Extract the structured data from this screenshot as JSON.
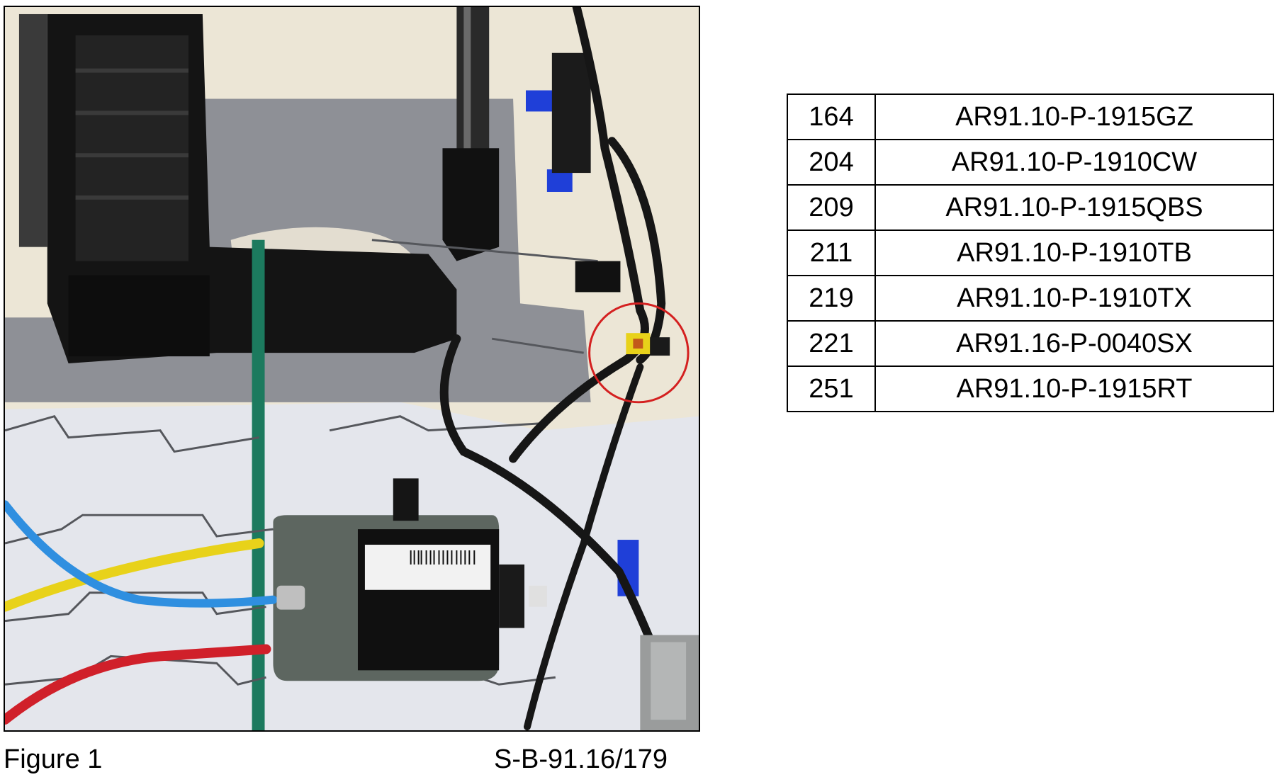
{
  "figure": {
    "caption_left": "Figure 1",
    "caption_right": "S-B-91.16/179"
  },
  "reference_table": {
    "rows": [
      {
        "number": "164",
        "code": "AR91.10-P-1915GZ"
      },
      {
        "number": "204",
        "code": "AR91.10-P-1910CW"
      },
      {
        "number": "209",
        "code": "AR91.10-P-1915QBS"
      },
      {
        "number": "211",
        "code": "AR91.10-P-1910TB"
      },
      {
        "number": "219",
        "code": "AR91.10-P-1910TX"
      },
      {
        "number": "221",
        "code": "AR91.16-P-0040SX"
      },
      {
        "number": "251",
        "code": "AR91.10-P-1915RT"
      }
    ]
  },
  "colors": {
    "highlight_circle": "#d42020",
    "hose_yellow": "#e8d21a",
    "hose_blue": "#2f8fe0",
    "hose_red": "#d0202a",
    "rod_green": "#1c7a5e",
    "tape_blue": "#1f3fd8"
  }
}
